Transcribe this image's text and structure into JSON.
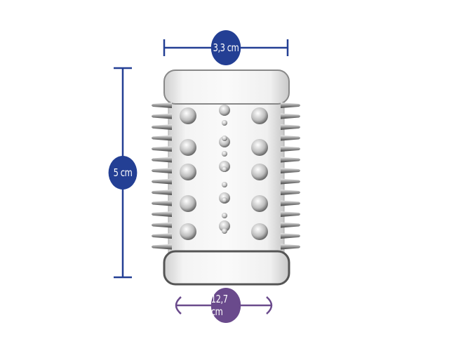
{
  "dimensions": {
    "width": {
      "label": "3,3 cm",
      "color": "#233f94"
    },
    "height": {
      "label": "5 cm",
      "color": "#233f94"
    },
    "circumference": {
      "label": "12,7 cm",
      "color": "#6a4a8c"
    }
  }
}
